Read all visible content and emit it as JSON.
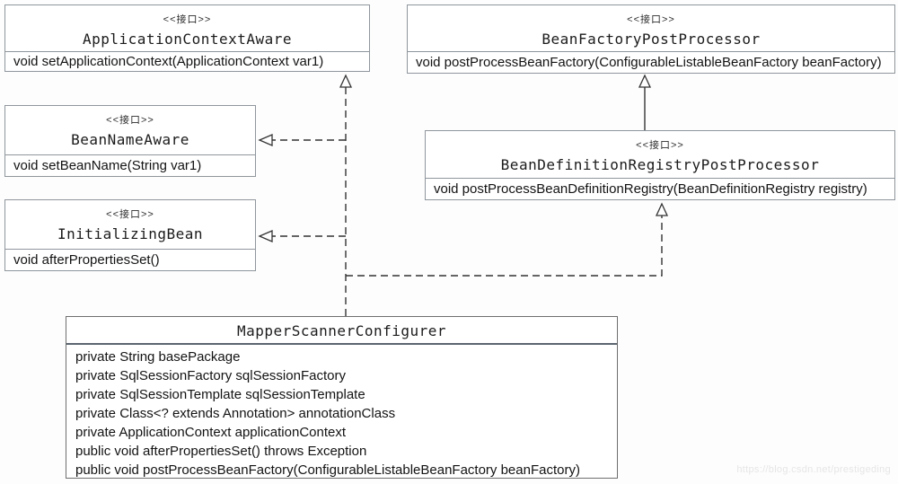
{
  "diagram": {
    "stereotype": "<<接口>>",
    "interfaces": [
      {
        "name": "ApplicationContextAware",
        "methods": [
          "void setApplicationContext(ApplicationContext var1)"
        ]
      },
      {
        "name": "BeanFactoryPostProcessor",
        "methods": [
          "void postProcessBeanFactory(ConfigurableListableBeanFactory beanFactory)"
        ]
      },
      {
        "name": "BeanNameAware",
        "methods": [
          "void setBeanName(String var1)"
        ]
      },
      {
        "name": "BeanDefinitionRegistryPostProcessor",
        "methods": [
          "void postProcessBeanDefinitionRegistry(BeanDefinitionRegistry registry)"
        ]
      },
      {
        "name": "InitializingBean",
        "methods": [
          "void afterPropertiesSet()"
        ]
      }
    ],
    "class": {
      "name": "MapperScannerConfigurer",
      "members": [
        "private String basePackage",
        "private SqlSessionFactory sqlSessionFactory",
        "private SqlSessionTemplate sqlSessionTemplate",
        "private Class<? extends Annotation> annotationClass",
        "private ApplicationContext applicationContext",
        "public void afterPropertiesSet() throws Exception",
        "public void postProcessBeanFactory(ConfigurableListableBeanFactory beanFactory)"
      ]
    },
    "relations": [
      "MapperScannerConfigurer ..|> ApplicationContextAware",
      "MapperScannerConfigurer ..|> BeanNameAware",
      "MapperScannerConfigurer ..|> InitializingBean",
      "MapperScannerConfigurer ..|> BeanDefinitionRegistryPostProcessor",
      "BeanDefinitionRegistryPostProcessor --|> BeanFactoryPostProcessor"
    ],
    "watermark": "https://blog.csdn.net/prestigeding",
    "colors": {
      "background": "#fdfdfd",
      "box_fill": "#ffffff",
      "box_border": "#8f969c",
      "class_border": "#6e6e6e",
      "line": "#333333",
      "text": "#131313",
      "watermark": "#e6e6e6"
    }
  }
}
